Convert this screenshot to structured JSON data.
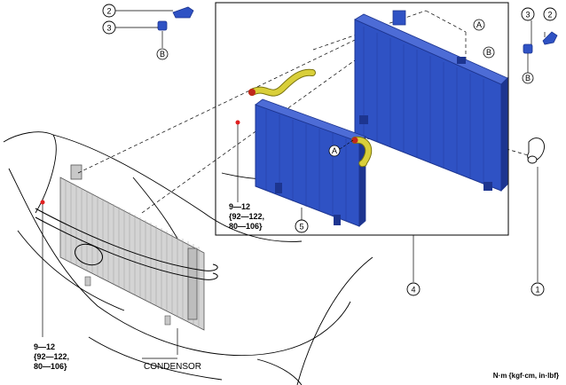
{
  "callouts": {
    "c1": "1",
    "c2_left": "2",
    "c3_left": "3",
    "c2_right": "2",
    "c3_right": "3",
    "c4": "4",
    "c5": "5"
  },
  "refs": {
    "a_top": "A",
    "a_mid": "A",
    "b_top": "B",
    "b_left": "B",
    "b_right": "B"
  },
  "torque_inner": {
    "line1": "9—12",
    "line2": "{92—122,",
    "line3": "80—106}"
  },
  "torque_outer": {
    "line1": "9—12",
    "line2": "{92—122,",
    "line3": "80—106}"
  },
  "condensor_label": "CONDENSOR",
  "units_label": "N·m {kgf·cm, in·lbf}",
  "colors": {
    "radiator_blue": "#2f52c4",
    "radiator_dark": "#1d3590",
    "hose_yellow": "#d9cf3a",
    "condenser_gray": "#cfcfcf",
    "marker_red": "#e02020"
  }
}
